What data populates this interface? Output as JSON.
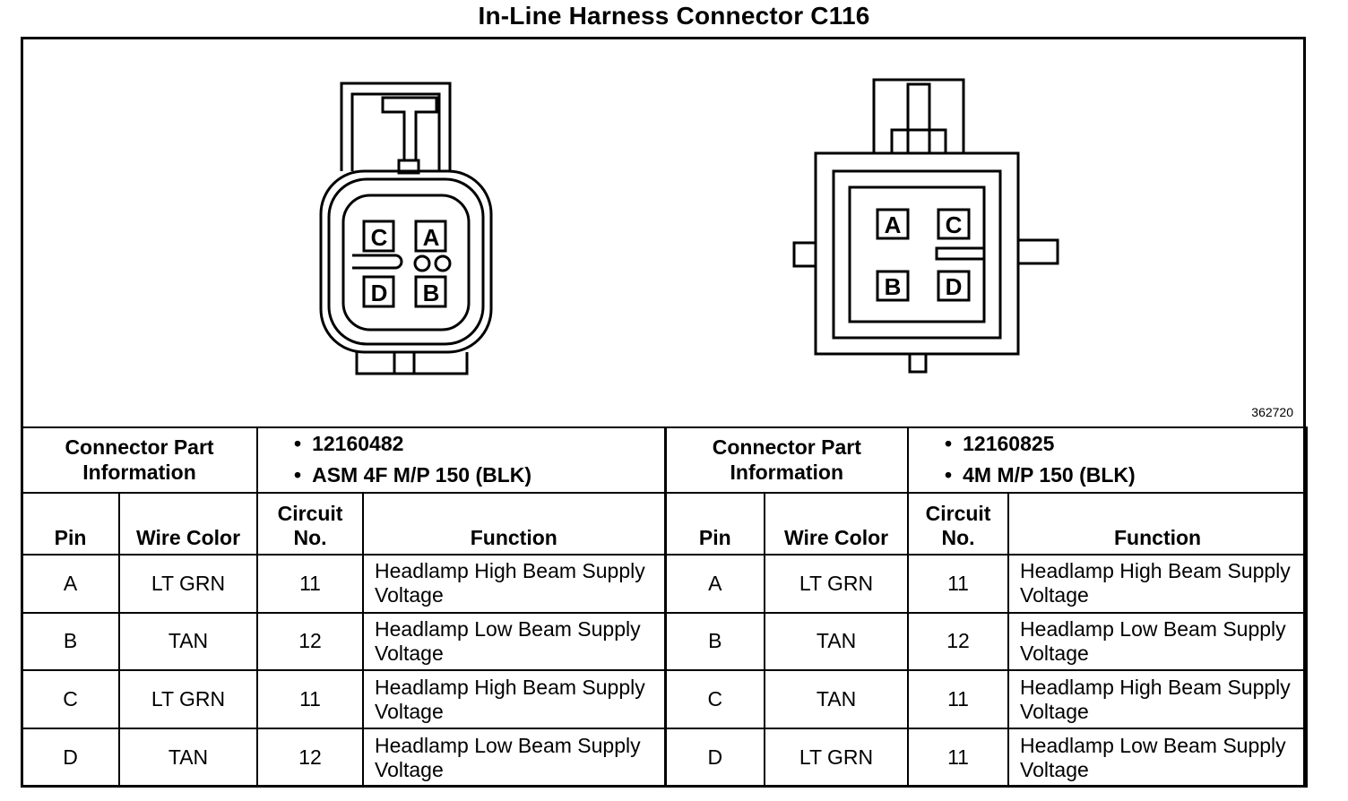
{
  "title": "In-Line Harness Connector C116",
  "figure_id": "362720",
  "left_connector": {
    "pins": [
      "C",
      "A",
      "D",
      "B"
    ],
    "part_info_label": "Connector Part Information",
    "part_info": [
      "12160482",
      "ASM 4F M/P 150 (BLK)"
    ],
    "headers": {
      "pin": "Pin",
      "wire_color": "Wire Color",
      "circuit": "Circuit No.",
      "function": "Function"
    },
    "rows": [
      {
        "pin": "A",
        "wire_color": "LT GRN",
        "circuit": "11",
        "function": "Headlamp High Beam Supply Voltage"
      },
      {
        "pin": "B",
        "wire_color": "TAN",
        "circuit": "12",
        "function": "Headlamp Low Beam Supply Voltage"
      },
      {
        "pin": "C",
        "wire_color": "LT GRN",
        "circuit": "11",
        "function": "Headlamp High Beam Supply Voltage"
      },
      {
        "pin": "D",
        "wire_color": "TAN",
        "circuit": "12",
        "function": "Headlamp Low Beam Supply Voltage"
      }
    ]
  },
  "right_connector": {
    "pins": [
      "A",
      "C",
      "B",
      "D"
    ],
    "part_info_label": "Connector Part Information",
    "part_info": [
      "12160825",
      "4M M/P 150 (BLK)"
    ],
    "headers": {
      "pin": "Pin",
      "wire_color": "Wire Color",
      "circuit": "Circuit No.",
      "function": "Function"
    },
    "rows": [
      {
        "pin": "A",
        "wire_color": "LT GRN",
        "circuit": "11",
        "function": "Headlamp High Beam Supply Voltage"
      },
      {
        "pin": "B",
        "wire_color": "TAN",
        "circuit": "12",
        "function": "Headlamp Low Beam Supply Voltage"
      },
      {
        "pin": "C",
        "wire_color": "TAN",
        "circuit": "11",
        "function": "Headlamp High Beam Supply Voltage"
      },
      {
        "pin": "D",
        "wire_color": "LT GRN",
        "circuit": "11",
        "function": "Headlamp Low Beam Supply Voltage"
      }
    ]
  }
}
